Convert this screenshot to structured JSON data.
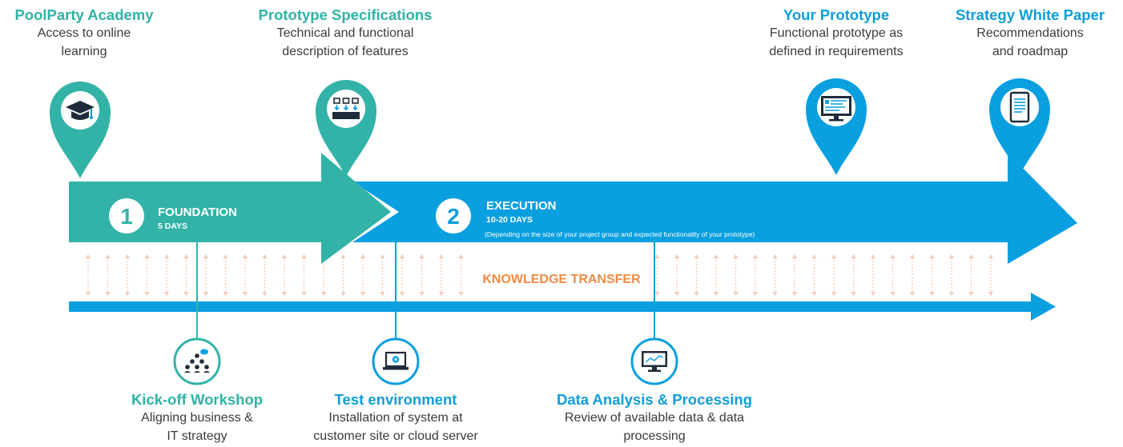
{
  "colors": {
    "teal": "#33b3a8",
    "blue": "#0a9fdf",
    "orange": "#f08a45",
    "dotted": "#f4c9b2"
  },
  "phases": [
    {
      "number": "1",
      "title": "FOUNDATION",
      "duration": "5 DAYS"
    },
    {
      "number": "2",
      "title": "EXECUTION",
      "duration": "10-20 DAYS",
      "note": "(Depending on the size of your project group and  expected functionality of your prototype)"
    }
  ],
  "knowledge_transfer": "KNOWLEDGE TRANSFER",
  "top_milestones": [
    {
      "title": "PoolParty Academy",
      "desc_lines": [
        "Access to online",
        "learning"
      ],
      "icon": "graduation-cap-icon"
    },
    {
      "title": "Prototype Specifications",
      "desc_lines": [
        "Technical and functional",
        "description of features"
      ],
      "icon": "specification-boxes-icon"
    },
    {
      "title": "Your Prototype",
      "desc_lines": [
        "Functional prototype as",
        "defined in requirements"
      ],
      "icon": "monitor-prototype-icon"
    },
    {
      "title": "Strategy White Paper",
      "desc_lines": [
        "Recommendations",
        "and roadmap"
      ],
      "icon": "document-tablet-icon"
    }
  ],
  "bottom_milestones": [
    {
      "title": "Kick-off Workshop",
      "desc_lines": [
        "Aligning business &",
        "IT strategy"
      ],
      "icon": "people-meeting-icon"
    },
    {
      "title": "Test environment",
      "desc_lines": [
        "Installation of system at",
        "customer site or cloud server"
      ],
      "icon": "laptop-settings-icon"
    },
    {
      "title": "Data Analysis & Processing",
      "desc_lines": [
        "Review of available data & data",
        "processing"
      ],
      "icon": "monitor-chart-icon"
    }
  ]
}
